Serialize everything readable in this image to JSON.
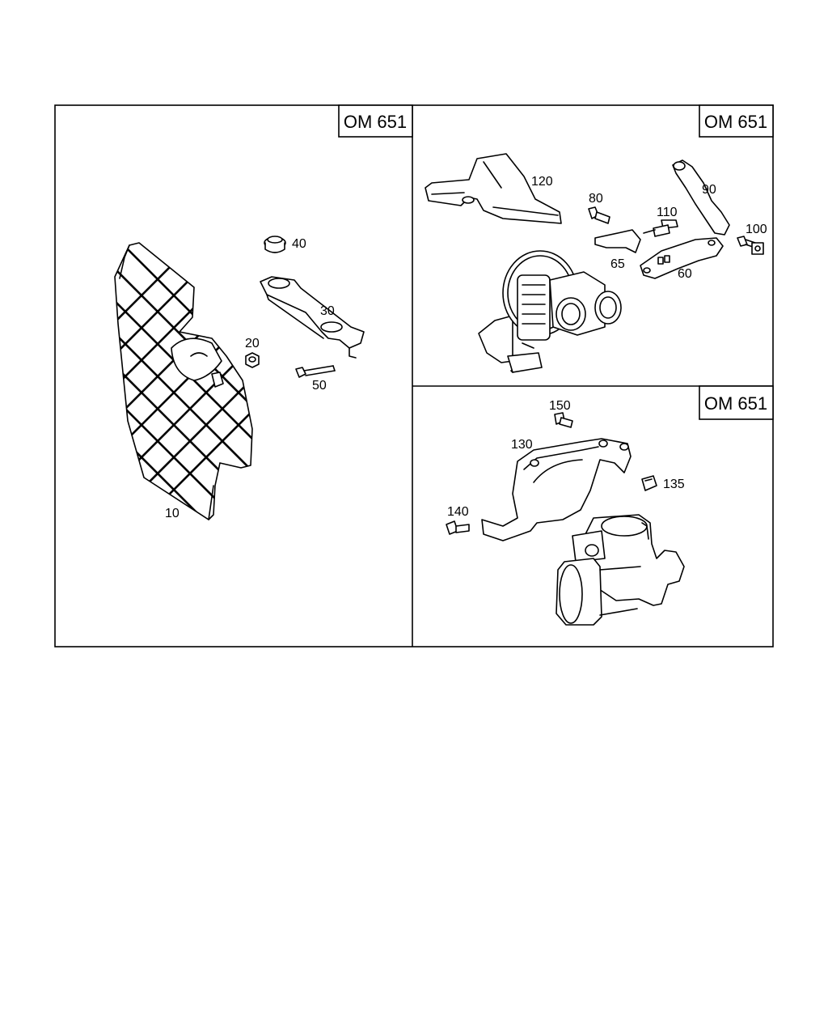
{
  "panels": [
    {
      "id": "heat-shield-panel",
      "tag": "OM 651",
      "callouts": [
        "10",
        "20",
        "30",
        "40",
        "50"
      ]
    },
    {
      "id": "turbo-bracket-panel",
      "tag": "OM 651",
      "callouts": [
        "60",
        "65",
        "80",
        "90",
        "100",
        "110",
        "120"
      ]
    },
    {
      "id": "starter-panel",
      "tag": "OM 651",
      "callouts": [
        "130",
        "135",
        "140",
        "150"
      ]
    }
  ]
}
